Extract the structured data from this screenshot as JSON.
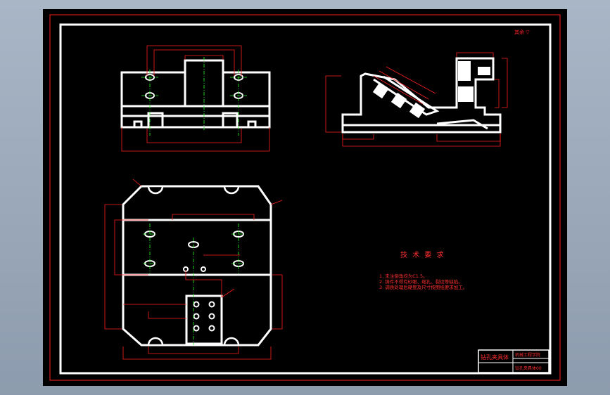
{
  "tech_requirements": {
    "title": "技 术 要 求",
    "items": [
      "1. 未注倒角均为C1.5。",
      "2. 铸件不得有砂眼、缩孔、裂纹等缺陷。",
      "3. 调质处理后硬度及尺寸按图纸要求加工。"
    ]
  },
  "title_block": {
    "name": "钻孔夹具体",
    "school": "机械工程学院",
    "drawing_no": "钻孔夹具体00"
  },
  "roughness_note": "其余 ▽",
  "colors": {
    "sheet": "#000000",
    "geometry": "#ffffff",
    "dimension": "#ff2020",
    "hatch": "#ffffff"
  }
}
